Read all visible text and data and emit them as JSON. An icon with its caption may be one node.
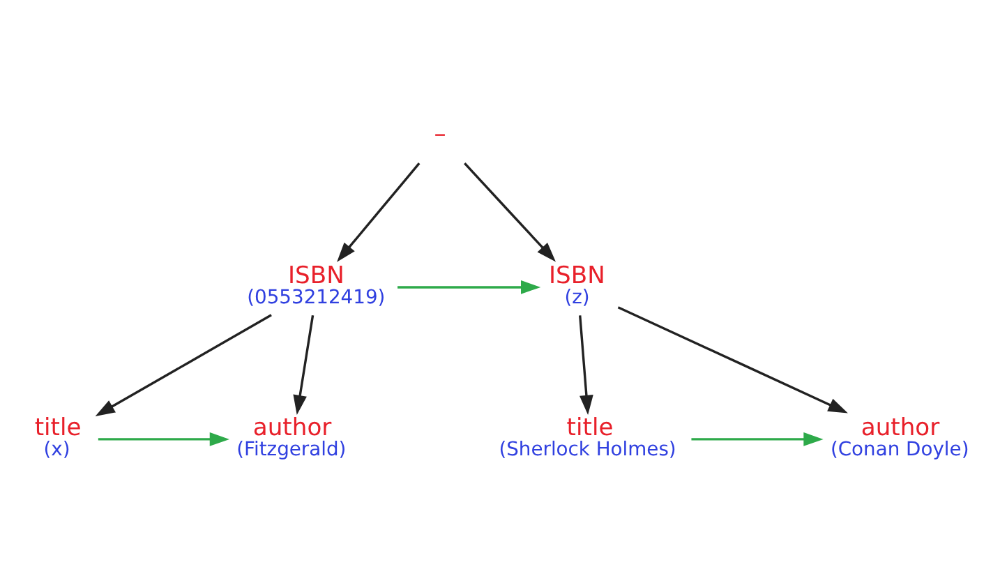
{
  "diagram": {
    "nodes": [
      {
        "text": [
          "–"
        ]
      },
      {
        "text": [
          "ISBN",
          "(0553212419)"
        ]
      },
      {
        "text": [
          "ISBN",
          "(z)"
        ]
      },
      {
        "text": [
          "title",
          "(x)"
        ]
      },
      {
        "text": [
          "author",
          "(Fitzgerald)"
        ]
      },
      {
        "text": [
          "title",
          "(Sherlock Holmes)"
        ]
      },
      {
        "text": [
          "author",
          "(Conan Doyle)"
        ]
      }
    ],
    "edges": [
      {
        "from": 0,
        "to": 1,
        "arrow": "to"
      },
      {
        "from": 0,
        "to": 2,
        "arrow": "to"
      },
      {
        "from": 1,
        "to": 2,
        "arrow": "to",
        "color": "#2eaa4a"
      },
      {
        "from": 1,
        "to": 3,
        "arrow": "to"
      },
      {
        "from": 1,
        "to": 4,
        "arrow": "to"
      },
      {
        "from": 3,
        "to": 4,
        "arrow": "to",
        "color": "#2eaa4a"
      },
      {
        "from": 2,
        "to": 5,
        "arrow": "to"
      },
      {
        "from": 2,
        "to": 6,
        "arrow": "to"
      },
      {
        "from": 5,
        "to": 6,
        "arrow": "to",
        "color": "#2eaa4a"
      }
    ]
  }
}
